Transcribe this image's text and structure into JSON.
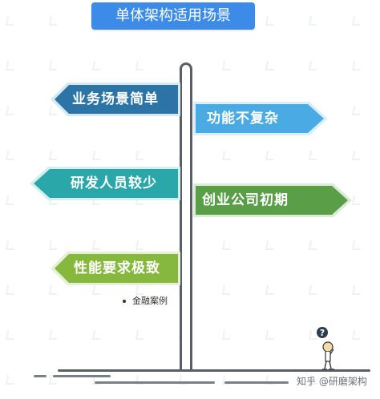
{
  "title": "单体架构适用场景",
  "signs": [
    {
      "label": "业务场景简单",
      "direction": "left",
      "color": "#2c74a6"
    },
    {
      "label": "功能不复杂",
      "direction": "right",
      "color": "#4aaae3"
    },
    {
      "label": "研发人员较少",
      "direction": "left",
      "color": "#2aa7a8"
    },
    {
      "label": "创业公司初期",
      "direction": "right",
      "color": "#5a9e48"
    },
    {
      "label": "性能要求极致",
      "direction": "left",
      "color": "#86b83e"
    }
  ],
  "note": "金融案例",
  "question_mark": "?",
  "watermark": "知乎 @研磨架构",
  "colors": {
    "title_bg": "#3d8be8",
    "pole": "#5a5f66"
  }
}
